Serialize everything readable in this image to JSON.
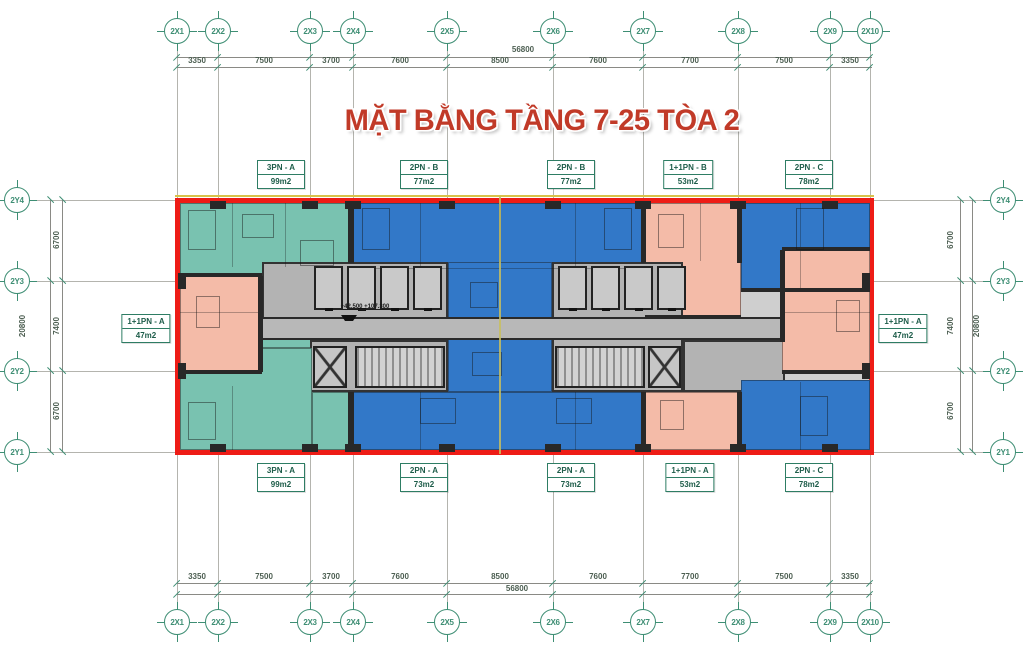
{
  "title": "MẶT BẰNG TẦNG 7-25 TÒA 2",
  "axes": {
    "x_labels": [
      "2X1",
      "2X2",
      "2X3",
      "2X4",
      "2X5",
      "2X6",
      "2X7",
      "2X8",
      "2X9",
      "2X10"
    ],
    "y_labels": [
      "2Y4",
      "2Y3",
      "2Y2",
      "2Y1"
    ]
  },
  "dimensions": {
    "x_segments": [
      "3350",
      "7500",
      "3700",
      "7600",
      "8500",
      "7600",
      "7700",
      "7500",
      "3350"
    ],
    "x_total": "56800",
    "y_segments": [
      "6700",
      "7400",
      "6700"
    ],
    "y_total": "20800"
  },
  "units": {
    "top": [
      {
        "name": "3PN - A",
        "area": "99m2"
      },
      {
        "name": "2PN - B",
        "area": "77m2"
      },
      {
        "name": "2PN - B",
        "area": "77m2"
      },
      {
        "name": "1+1PN - B",
        "area": "53m2"
      },
      {
        "name": "2PN - C",
        "area": "78m2"
      }
    ],
    "bottom": [
      {
        "name": "3PN - A",
        "area": "99m2"
      },
      {
        "name": "2PN - A",
        "area": "73m2"
      },
      {
        "name": "2PN - A",
        "area": "73m2"
      },
      {
        "name": "1+1PN - A",
        "area": "53m2"
      },
      {
        "name": "2PN - C",
        "area": "78m2"
      }
    ],
    "left": {
      "name": "1+1PN - A",
      "area": "47m2"
    },
    "right": {
      "name": "1+1PN - A",
      "area": "47m2"
    }
  },
  "plan": {
    "level_marks": "+42.500   +107.300"
  },
  "colors": {
    "axis_green": "#3e8e74",
    "dim_text": "#4d5f52",
    "grid_line": "#9b9b93",
    "title_red": "#c13a28",
    "border_red": "#ee1c16",
    "teal_unit": "#79c2b0",
    "blue_unit": "#3278c8",
    "salmon_unit": "#f4bba8",
    "core_gray": "#b3b3b3",
    "wall_dark": "#282828"
  }
}
